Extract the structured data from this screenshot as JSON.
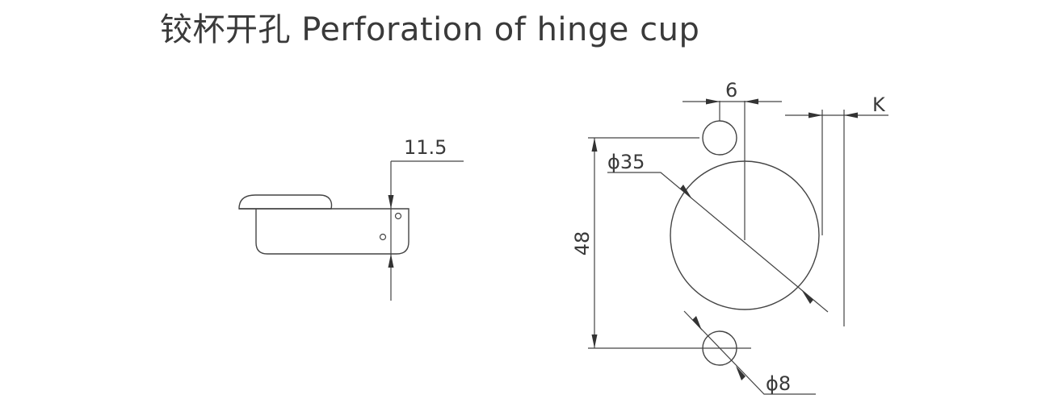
{
  "title": "铰杯开孔 Perforation of hinge cup",
  "labels": {
    "depth": "11.5",
    "offset": "6",
    "k": "K",
    "cup_diameter": "ϕ35",
    "hole_spacing": "48",
    "screw_diameter": "ϕ8"
  }
}
